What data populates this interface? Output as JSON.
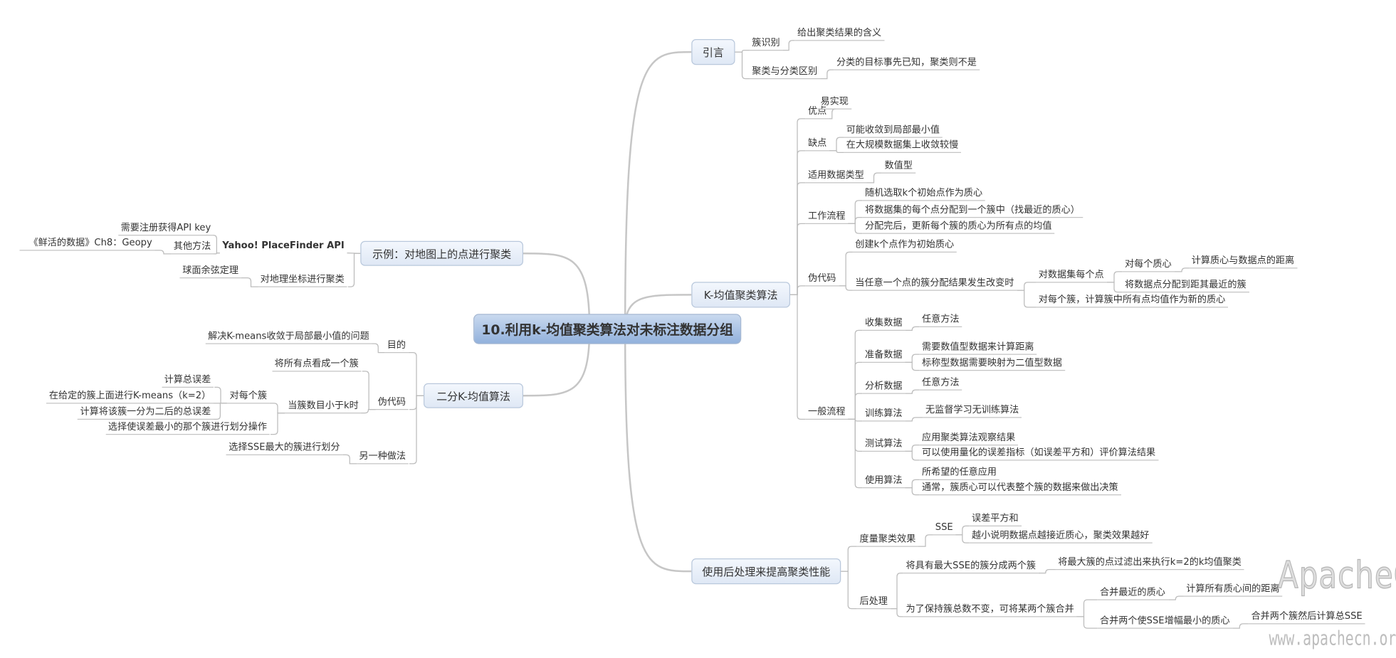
{
  "center": {
    "title": "10.利用k-均值聚类算法对未标注数据分组"
  },
  "intro": {
    "title": "引言",
    "c1": "簇识别",
    "c1a": "给出聚类结果的含义",
    "c2": "聚类与分类区别",
    "c2a": "分类的目标事先已知，聚类则不是"
  },
  "kmeans": {
    "title": "K-均值聚类算法",
    "pros": "优点",
    "pros_a": "易实现",
    "cons": "缺点",
    "cons_a": "可能收敛到局部最小值",
    "cons_b": "在大规模数据集上收敛较慢",
    "types": "适用数据类型",
    "types_a": "数值型",
    "flow": "工作流程",
    "flow_a": "随机选取k个初始点作为质心",
    "flow_b": "将数据集的每个点分配到一个簇中（找最近的质心）",
    "flow_c": "分配完后，更新每个簇的质心为所有点的均值",
    "pseudo": "伪代码",
    "pseudo_a": "创建k个点作为初始质心",
    "pseudo_b": "当任意一个点的簇分配结果发生改变时",
    "pseudo_b1": "对数据集每个点",
    "pseudo_b1a": "对每个质心",
    "pseudo_b1a1": "计算质心与数据点的距离",
    "pseudo_b1b": "将数据点分配到距其最近的簇",
    "pseudo_b2": "对每个簇，计算簇中所有点均值作为新的质心",
    "general": "一般流程",
    "g1": "收集数据",
    "g1a": "任意方法",
    "g2": "准备数据",
    "g2a": "需要数值型数据来计算距离",
    "g2b": "标称型数据需要映射为二值型数据",
    "g3": "分析数据",
    "g3a": "任意方法",
    "g4": "训练算法",
    "g4a": "无监督学习无训练算法",
    "g5": "测试算法",
    "g5a": "应用聚类算法观察结果",
    "g5b": "可以使用量化的误差指标（如误差平方和）评价算法结果",
    "g6": "使用算法",
    "g6a": "所希望的任意应用",
    "g6b": "通常，簇质心可以代表整个簇的数据来做出决策"
  },
  "post": {
    "title": "使用后处理来提高聚类性能",
    "measure": "度量聚类效果",
    "sse": "SSE",
    "sse_a": "误差平方和",
    "sse_b": "越小说明数据点越接近质心，聚类效果越好",
    "proc": "后处理",
    "split": "将具有最大SSE的簇分成两个簇",
    "split_a": "将最大簇的点过滤出来执行k=2的k均值聚类",
    "merge": "为了保持簇总数不变，可将某两个簇合并",
    "merge_a": "合并最近的质心",
    "merge_a1": "计算所有质心间的距离",
    "merge_b": "合并两个使SSE增幅最小的质心",
    "merge_b1": "合并两个簇然后计算总SSE"
  },
  "example": {
    "title": "示例：对地图上的点进行聚类",
    "api": "Yahoo! PlaceFinder API",
    "api_a": "需要注册获得API key",
    "api_b": "其他方法",
    "api_b1": "《鲜活的数据》Ch8：Geopy",
    "geo": "对地理坐标进行聚类",
    "geo_a": "球面余弦定理"
  },
  "bisect": {
    "title": "二分K-均值算法",
    "goal": "目的",
    "goal_a": "解决K-means收敛于局部最小值的问题",
    "pseudo": "伪代码",
    "p_a": "将所有点看成一个簇",
    "p_b": "当簇数目小于k时",
    "p_b1": "对每个簇",
    "p_b1a": "计算总误差",
    "p_b1b": "在给定的簇上面进行K-means（k=2）",
    "p_b1c": "计算将该簇一分为二后的总误差",
    "p_b2": "选择使误差最小的那个簇进行划分操作",
    "alt": "另一种做法",
    "alt_a": "选择SSE最大的簇进行划分"
  },
  "watermark": {
    "logo": "ApacheCN",
    "url": "www.apachecn.org"
  }
}
